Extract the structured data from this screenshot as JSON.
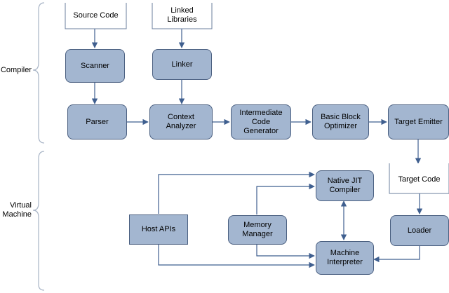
{
  "groups": {
    "compiler": "Compiler",
    "virtual_machine": "Virtual\nMachine"
  },
  "nodes": {
    "source_code": "Source Code",
    "linked_libraries": "Linked\nLibraries",
    "scanner": "Scanner",
    "linker": "Linker",
    "parser": "Parser",
    "context_analyzer": "Context\nAnalyzer",
    "icg": "Intermediate\nCode\nGenerator",
    "bbo": "Basic Block\nOptimizer",
    "target_emitter": "Target Emitter",
    "target_code": "Target Code",
    "loader": "Loader",
    "native_jit": "Native JIT\nCompiler",
    "machine_interpreter": "Machine\nInterpreter",
    "memory_manager": "Memory\nManager",
    "host_apis": "Host APIs"
  },
  "colors": {
    "node_fill": "#a3b6d0",
    "node_border": "#4a5f80",
    "arrow": "#3f5f8f",
    "brace": "#a8b4c6"
  }
}
